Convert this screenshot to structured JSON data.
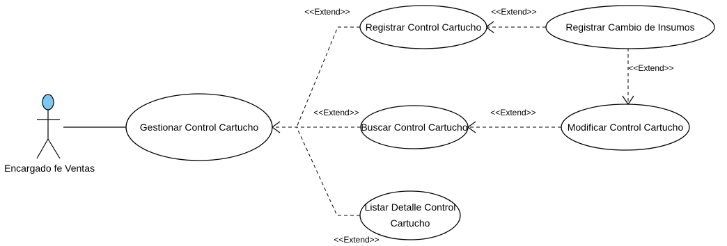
{
  "diagram": {
    "type": "use-case",
    "actor": {
      "label": "Encargado fe Ventas",
      "head_color": "#7fc7f0"
    },
    "use_cases": {
      "gestionar": "Gestionar Control Cartucho",
      "registrar": "Registrar Control Cartucho",
      "registrar_cambio": "Registrar Cambio de Insumos",
      "buscar": "Buscar Control Cartucho",
      "modificar": "Modificar Control Cartucho",
      "listar_line1": "Listar Detalle Control",
      "listar_line2": "Cartucho"
    },
    "relations": [
      {
        "from": "registrar",
        "to": "gestionar",
        "label": "<<Extend>>"
      },
      {
        "from": "buscar",
        "to": "gestionar",
        "label": "<<Extend>>"
      },
      {
        "from": "listar",
        "to": "gestionar",
        "label": "<<Extend>>"
      },
      {
        "from": "registrar_cambio",
        "to": "registrar",
        "label": "<<Extend>>"
      },
      {
        "from": "registrar_cambio",
        "to": "modificar",
        "label": "<<Extend>>"
      },
      {
        "from": "modificar",
        "to": "buscar",
        "label": "<<Extend>>"
      }
    ]
  }
}
